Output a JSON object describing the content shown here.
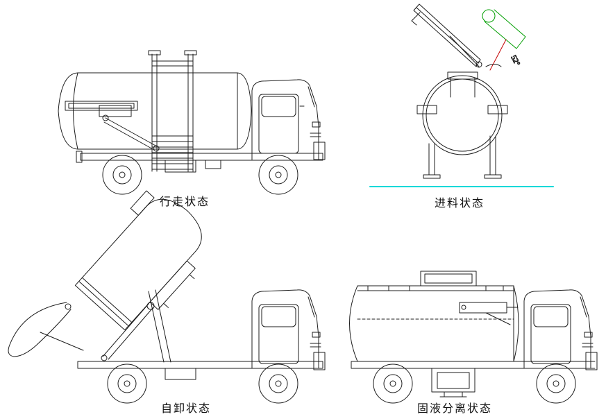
{
  "page": {
    "title": "garbage-truck-working-states-drawing",
    "background": "#ffffff"
  },
  "colors": {
    "line": "#1c1c1c",
    "label_text": "#111111",
    "ground_line": "#00d8d8",
    "annotation_green": "#009e00",
    "annotation_red": "#c40000"
  },
  "views": {
    "travel": {
      "label": "行走状态"
    },
    "feeding": {
      "label": "进料状态",
      "angle_annotation": "52°"
    },
    "dump": {
      "label": "自卸状态"
    },
    "separation": {
      "label": "固液分离状态"
    }
  }
}
